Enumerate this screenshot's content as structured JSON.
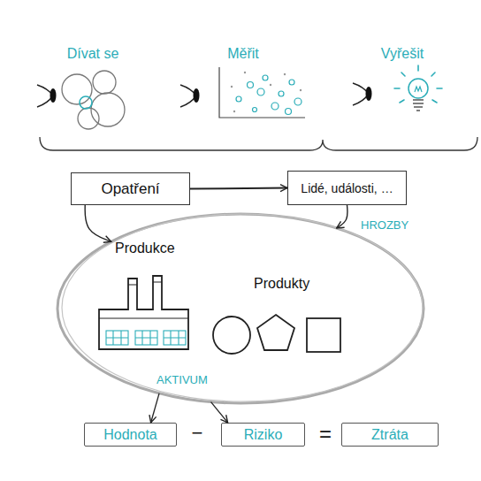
{
  "diagram": {
    "nodes": [
      {
        "text": [
          "Opatření"
        ]
      },
      {
        "text": [
          "Lidé, události, …"
        ]
      },
      {
        "text": [
          "Produkce",
          "Produkty",
          "AKTIVUM"
        ]
      },
      {
        "text": [
          "Hodnota"
        ]
      },
      {
        "text": [
          "Riziko"
        ]
      },
      {
        "text": [
          "Ztráta"
        ]
      }
    ],
    "edges": [
      {
        "from": 0,
        "to": 1,
        "arrow": "to"
      },
      {
        "from": 0,
        "to": 2,
        "arrow": "to"
      },
      {
        "from": 1,
        "to": 2,
        "label": "HROZBY",
        "arrow": "to"
      },
      {
        "from": 2,
        "to": 3,
        "arrow": "to"
      },
      {
        "from": 2,
        "to": 4,
        "arrow": "to"
      }
    ],
    "labels": [
      "Dívat se",
      "Měřit",
      "Vyřešit",
      "−",
      "="
    ]
  }
}
